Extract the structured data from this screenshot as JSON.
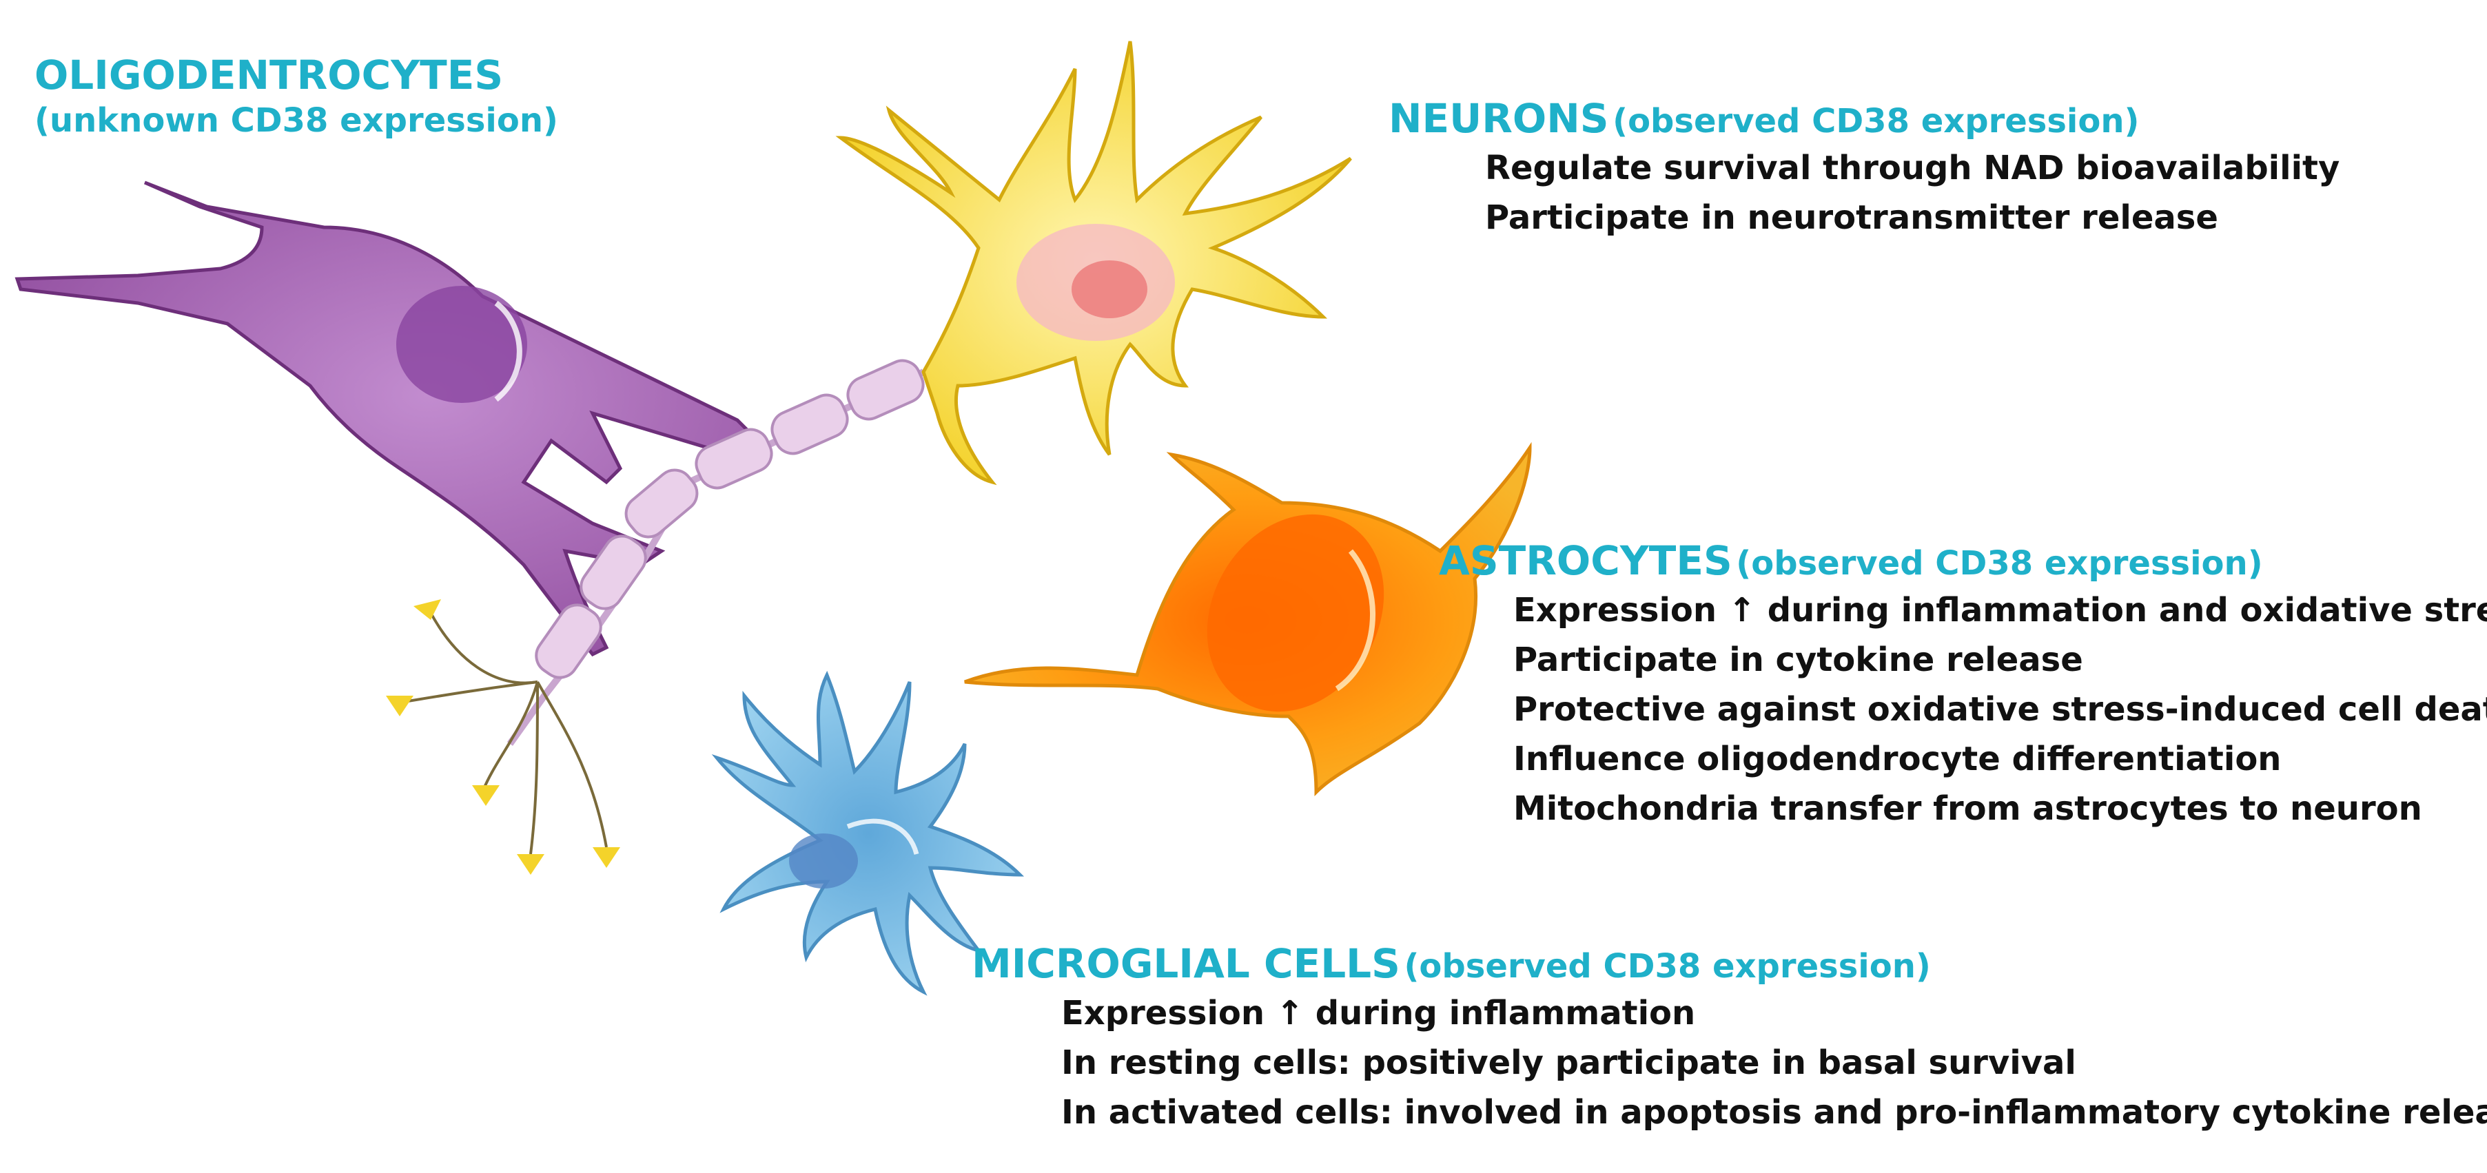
{
  "oligodendrocytes": {
    "title": "OLIGODENTROCYTES",
    "subtitle": "(unknown CD38 expression)"
  },
  "neurons": {
    "title": "NEURONS",
    "subtitle": "(observed CD38 expression)",
    "items": [
      "Regulate survival through NAD bioavailability",
      "Participate in neurotransmitter release"
    ]
  },
  "astrocytes": {
    "title": "ASTROCYTES",
    "subtitle": "(observed CD38 expression)",
    "items": [
      "Expression ↑ during inflammation and oxidative stress",
      "Participate in cytokine release",
      "Protective against oxidative stress-induced cell death",
      "Influence oligodendrocyte differentiation",
      "Mitochondria transfer from astrocytes to neuron"
    ]
  },
  "microglia": {
    "title": "MICROGLIAL CELLS",
    "subtitle": "(observed CD38 expression)",
    "items": [
      "Expression ↑ during inflammation",
      "In resting cells: positively participate in basal survival",
      "In activated cells: involved in apoptosis and pro-inflammatory cytokine release"
    ]
  },
  "colors": {
    "title": "#1fb0c9",
    "text": "#111111",
    "oligodendrocyte": "#a45fb0",
    "neuron": "#f6d92b",
    "astrocyte": "#f39a12",
    "microglia": "#7cc3e6",
    "myelin": "#e9c8e4"
  }
}
